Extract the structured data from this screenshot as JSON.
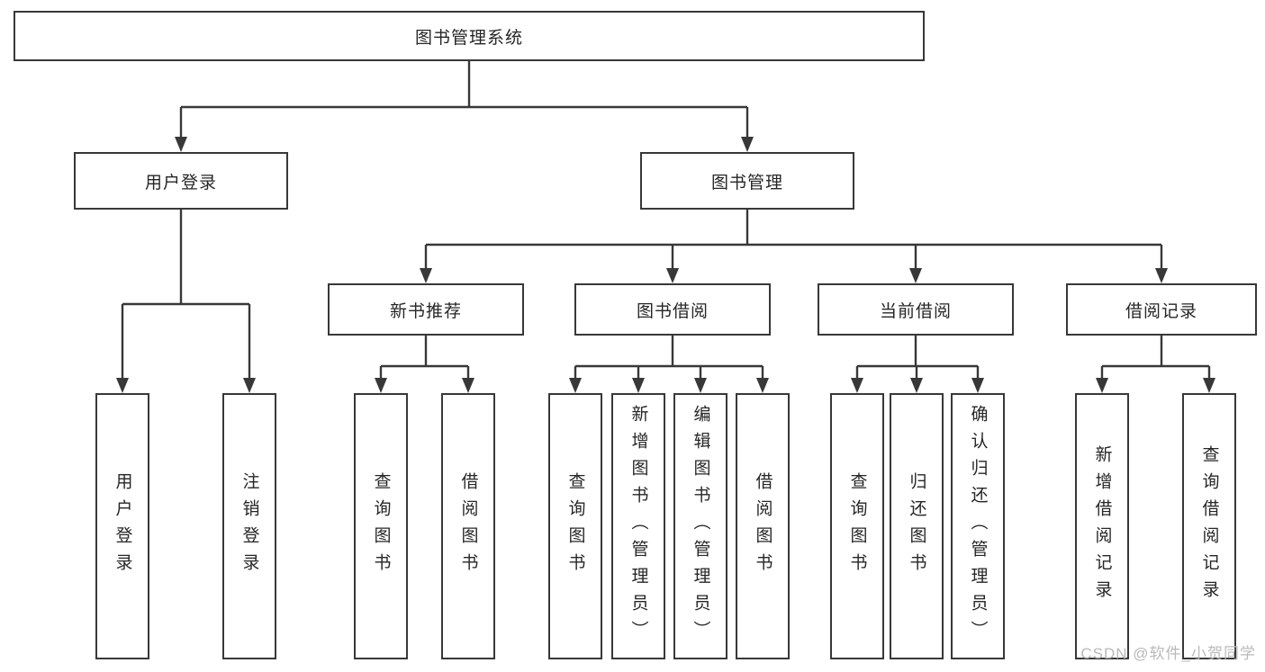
{
  "watermark": "CSDN @软件_小贺同学",
  "colors": {
    "line": "#383838",
    "text": "#262626",
    "box_bg": "#ffffff",
    "background": "#ffffff",
    "watermark": "#b9b9b9"
  },
  "tree": {
    "label": "图书管理系统",
    "children": [
      {
        "label": "用户登录",
        "children": [
          {
            "label": "用户登录"
          },
          {
            "label": "注销登录"
          }
        ]
      },
      {
        "label": "图书管理",
        "children": [
          {
            "label": "新书推荐",
            "children": [
              {
                "label": "查询图书"
              },
              {
                "label": "借阅图书"
              }
            ]
          },
          {
            "label": "图书借阅",
            "children": [
              {
                "label": "查询图书"
              },
              {
                "label": "新增图书（管理员）"
              },
              {
                "label": "编辑图书（管理员）"
              },
              {
                "label": "借阅图书"
              }
            ]
          },
          {
            "label": "当前借阅",
            "children": [
              {
                "label": "查询图书"
              },
              {
                "label": "归还图书"
              },
              {
                "label": "确认归还（管理员）"
              }
            ]
          },
          {
            "label": "借阅记录",
            "children": [
              {
                "label": "新增借阅记录"
              },
              {
                "label": "查询借阅记录"
              }
            ]
          }
        ]
      }
    ]
  }
}
